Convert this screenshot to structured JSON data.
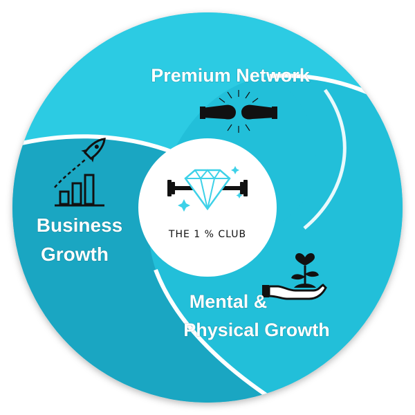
{
  "colors": {
    "segment_top": "#2ccbe3",
    "segment_left": "#1aa6c2",
    "segment_right": "#22bfd9",
    "center": "#ffffff",
    "icon_dark": "#111111",
    "diamond": "#3dd1e8"
  },
  "segments": {
    "top": {
      "label": "Premium Network",
      "icon": "fist-bump-icon"
    },
    "left": {
      "label_line1": "Business",
      "label_line2": "Growth",
      "icon": "rocket-growth-chart-icon"
    },
    "right": {
      "label_line1": "Mental &",
      "label_line2": "Physical Growth",
      "icon": "plant-in-hand-icon"
    }
  },
  "center": {
    "brand": "THE 1 % CLUB",
    "icon": "diamond-dumbbell-icon"
  }
}
